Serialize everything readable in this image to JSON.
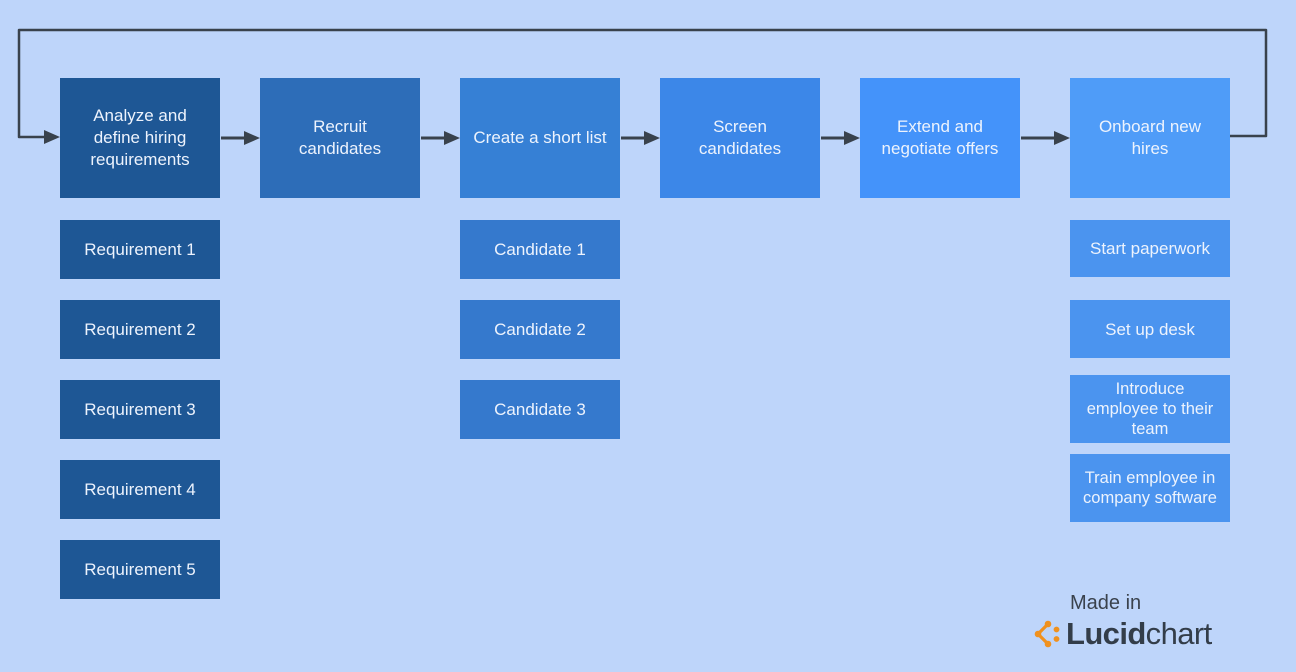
{
  "palette": {
    "background": "#bed5fa",
    "connector": "#39424c",
    "node_text": "#edf3fd",
    "step_colors": [
      "#1e5795",
      "#2d6db8",
      "#3680d5",
      "#3c87e8",
      "#4493fa",
      "#4f9cf8"
    ],
    "requirement_color": "#1e5795",
    "candidate_color": "#3579cd",
    "onboarding_color": "#4b94ef",
    "badge_text_color": "#363e49",
    "lucid_orange": "#f0911e"
  },
  "flow": {
    "steps": [
      {
        "label": "Analyze and define hiring requirements",
        "color": "#1e5795"
      },
      {
        "label": "Recruit candidates",
        "color": "#2d6db8"
      },
      {
        "label": "Create a short list",
        "color": "#3680d5"
      },
      {
        "label": "Screen candidates",
        "color": "#3c87e8"
      },
      {
        "label": "Extend and negotiate offers",
        "color": "#4493fa"
      },
      {
        "label": "Onboard new hires",
        "color": "#4f9cf8"
      }
    ],
    "loop_back": "Onboard new hires to Analyze and define hiring requirements"
  },
  "requirements": {
    "color": "#1e5795",
    "items": [
      "Requirement 1",
      "Requirement 2",
      "Requirement 3",
      "Requirement 4",
      "Requirement 5"
    ]
  },
  "candidates": {
    "color": "#3579cd",
    "items": [
      "Candidate 1",
      "Candidate 2",
      "Candidate 3"
    ]
  },
  "onboarding": {
    "color": "#4b94ef",
    "items": [
      "Start paperwork",
      "Set up desk",
      "Introduce employee to their team",
      "Train employee in company software"
    ]
  },
  "badge": {
    "made_in": "Made in",
    "brand_bold": "Lucid",
    "brand_regular": "chart"
  }
}
